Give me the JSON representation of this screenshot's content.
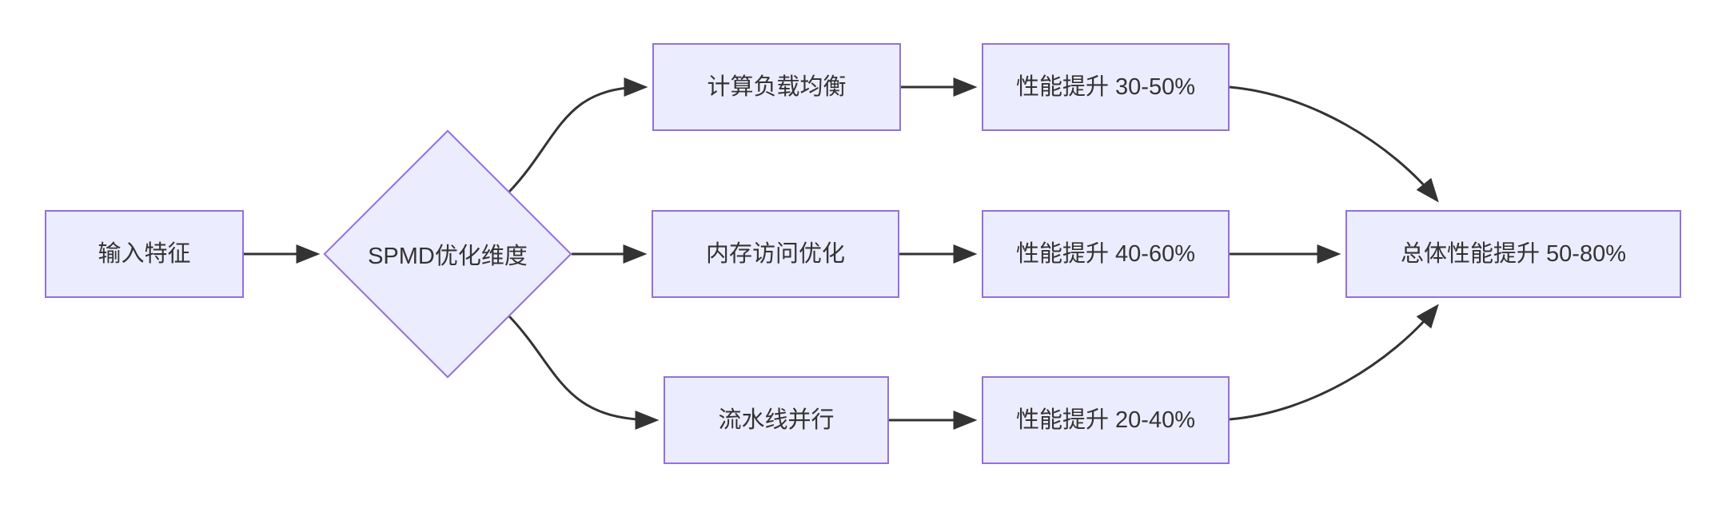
{
  "diagram": {
    "type": "flowchart",
    "direction": "left-to-right",
    "colors": {
      "node_fill": "#ECECFF",
      "node_border": "#9370DB",
      "edge": "#333333",
      "text": "#333333",
      "background": "#FFFFFF"
    },
    "nodes": {
      "input": {
        "label": "输入特征",
        "shape": "rectangle"
      },
      "spmd": {
        "label": "SPMD优化维度",
        "shape": "diamond"
      },
      "load_balance": {
        "label": "计算负载均衡",
        "shape": "rectangle"
      },
      "memory": {
        "label": "内存访问优化",
        "shape": "rectangle"
      },
      "pipeline": {
        "label": "流水线并行",
        "shape": "rectangle"
      },
      "perf_load": {
        "label": "性能提升 30-50%",
        "shape": "rectangle"
      },
      "perf_mem": {
        "label": "性能提升 40-60%",
        "shape": "rectangle"
      },
      "perf_pipe": {
        "label": "性能提升 20-40%",
        "shape": "rectangle"
      },
      "overall": {
        "label": "总体性能提升 50-80%",
        "shape": "rectangle"
      }
    },
    "edges": [
      {
        "from": "input",
        "to": "spmd"
      },
      {
        "from": "spmd",
        "to": "load_balance"
      },
      {
        "from": "spmd",
        "to": "memory"
      },
      {
        "from": "spmd",
        "to": "pipeline"
      },
      {
        "from": "load_balance",
        "to": "perf_load"
      },
      {
        "from": "memory",
        "to": "perf_mem"
      },
      {
        "from": "pipeline",
        "to": "perf_pipe"
      },
      {
        "from": "perf_load",
        "to": "overall"
      },
      {
        "from": "perf_mem",
        "to": "overall"
      },
      {
        "from": "perf_pipe",
        "to": "overall"
      }
    ]
  }
}
